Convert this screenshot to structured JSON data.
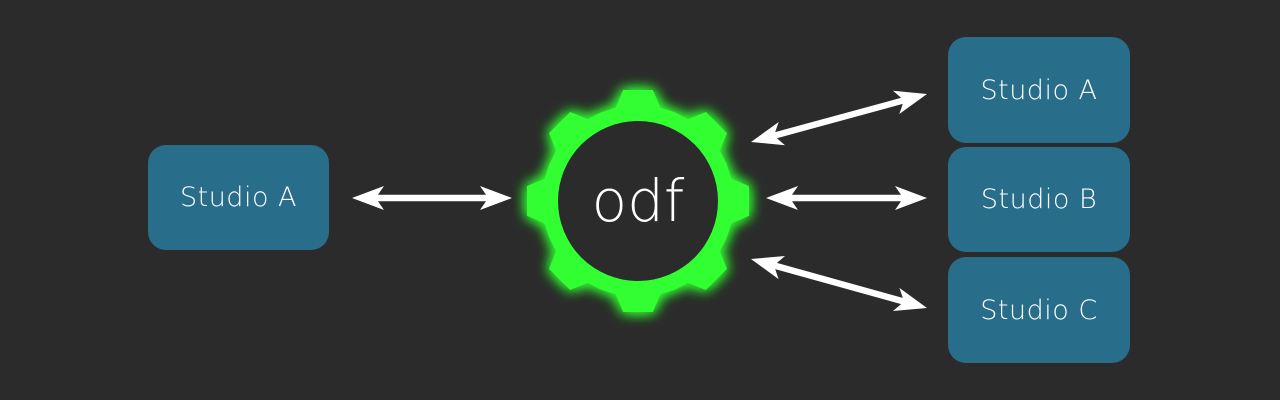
{
  "colors": {
    "background": "#2b2b2b",
    "box": "#286d8a",
    "gear": "#33ff33",
    "gear_center": "#2b2b2b",
    "arrow": "#ffffff",
    "text": "#ffffff"
  },
  "hub": {
    "label": "odf",
    "icon": "gear-icon"
  },
  "left": {
    "label": "Studio A"
  },
  "right": [
    {
      "label": "Studio A"
    },
    {
      "label": "Studio B"
    },
    {
      "label": "Studio C"
    }
  ]
}
